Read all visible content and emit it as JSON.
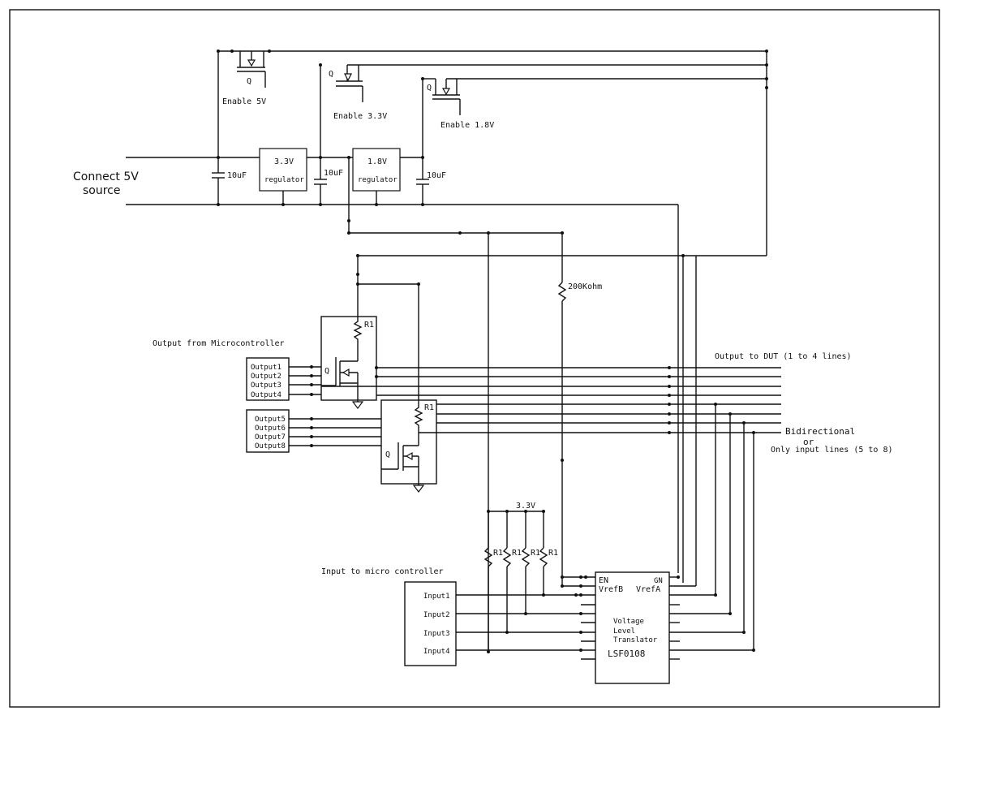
{
  "diagram": {
    "type": "circuit-schematic",
    "labels": {
      "source": [
        "Connect 5V",
        "source"
      ],
      "enable_5v": "Enable 5V",
      "enable_3v3": "Enable 3.3V",
      "enable_1v8": "Enable 1.8V",
      "transistor": "Q",
      "cap": "10uF",
      "reg_3v3_title": "3.3V",
      "reg_1v8_title": "1.8V",
      "regulator": "regulator",
      "resistor_200k": "200Kohm",
      "r1": "R1",
      "output_from_mcu": "Output from Microcontroller",
      "output_to_dut": "Output to DUT (1 to 4 lines)",
      "bidirectional": "Bidirectional",
      "or": "or",
      "only_input": "Only input lines (5 to 8)",
      "pullup_rail": "3.3V",
      "input_to_mcu": "Input to micro controller",
      "chip_en": "EN",
      "chip_gn": "GN",
      "chip_vrefb": "VrefB",
      "chip_vrefa": "VrefA",
      "chip_desc": [
        "Voltage",
        "Level",
        "Translator"
      ],
      "chip_part": "LSF0108"
    },
    "outputs_a": [
      "Output1",
      "Output2",
      "Output3",
      "Output4"
    ],
    "outputs_b": [
      "Output5",
      "Output6",
      "Output7",
      "Output8"
    ],
    "inputs": [
      "Input1",
      "Input2",
      "Input3",
      "Input4"
    ]
  }
}
